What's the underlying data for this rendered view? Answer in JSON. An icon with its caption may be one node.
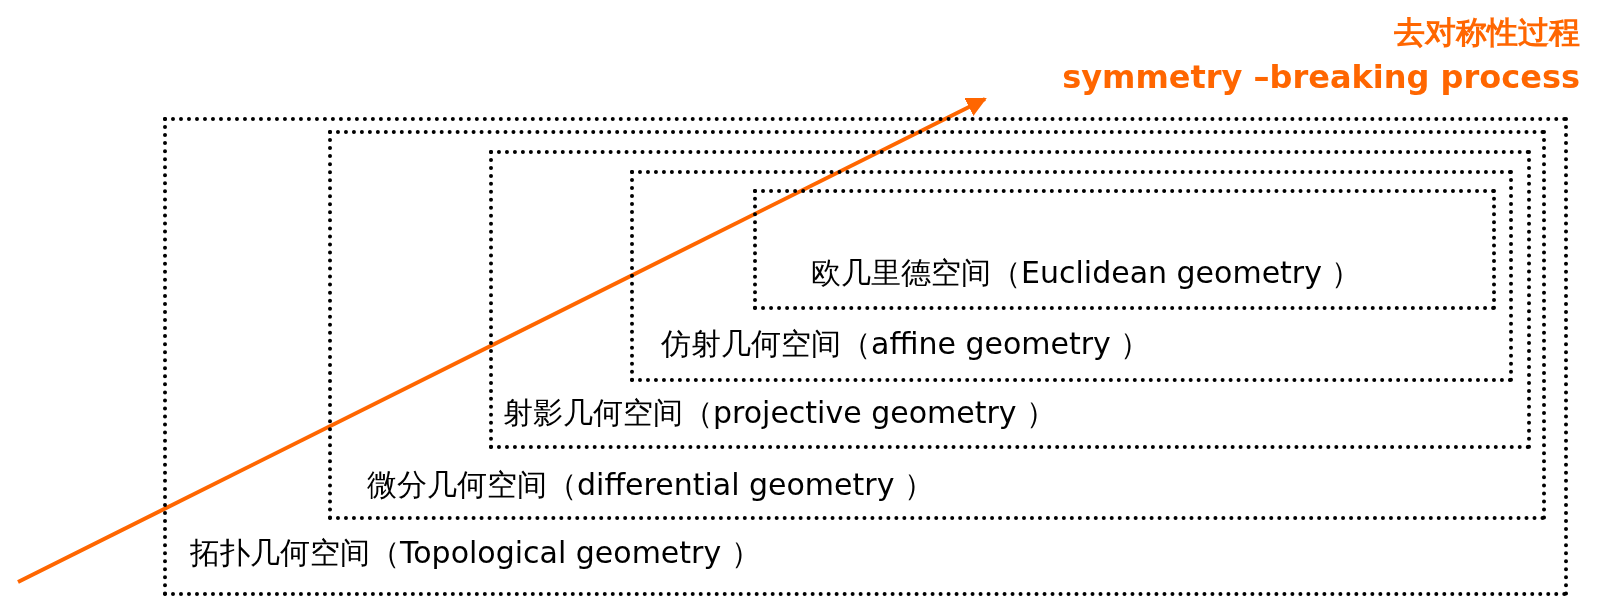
{
  "diagram": {
    "nodes": [
      {
        "text": [
          "拓扑几何空间（Topological geometry ）"
        ]
      },
      {
        "text": [
          "微分几何空间（differential geometry ）"
        ],
        "in": 0
      },
      {
        "text": [
          "射影几何空间（projective geometry ）"
        ],
        "in": 1
      },
      {
        "text": [
          "仿射几何空间（affine geometry ）"
        ],
        "in": 2
      },
      {
        "text": [
          "欧几里德空间（Euclidean geometry ）"
        ],
        "in": 3
      },
      {
        "text": [
          "去对称性过程",
          "symmetry –breaking process"
        ]
      }
    ],
    "edges": [
      {
        "from": null,
        "to": 5,
        "arrow": "to",
        "color": "#ff6600"
      }
    ]
  }
}
